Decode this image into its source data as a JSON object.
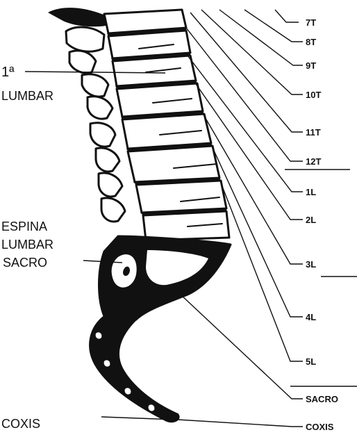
{
  "diagram": {
    "left_labels": {
      "first_lumbar_line1": "1ª",
      "first_lumbar_line2": "LUMBAR",
      "espina_line1": "ESPINA",
      "espina_line2": "LUMBAR",
      "sacro": "SACRO",
      "coxis": "COXIS"
    },
    "right_labels": [
      "7T",
      "8T",
      "9T",
      "10T",
      "11T",
      "12T",
      "1L",
      "2L",
      "3L",
      "4L",
      "5L",
      "SACRO",
      "COXIS"
    ],
    "colors": {
      "ink": "#111111",
      "paper": "#ffffff"
    }
  }
}
